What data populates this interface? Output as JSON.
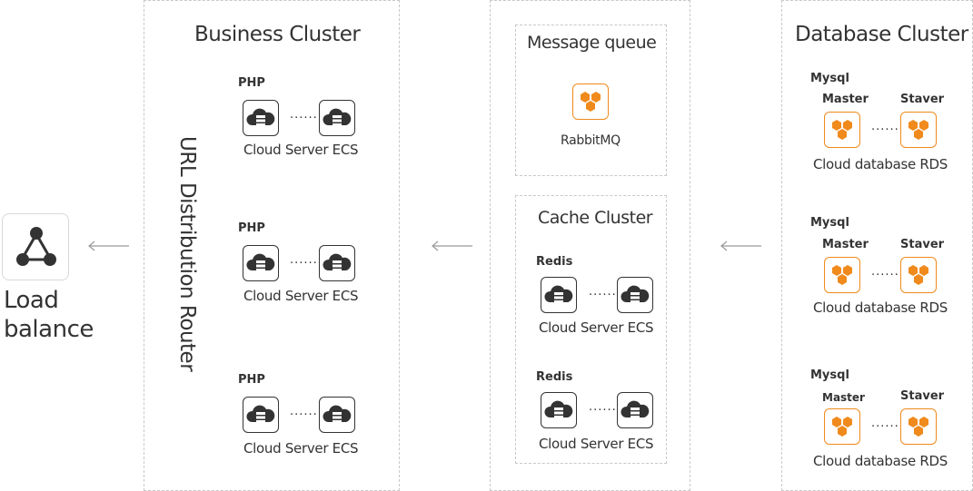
{
  "load_balance": {
    "line1": "Load",
    "line2": "balance",
    "icon": "load-balancer-icon"
  },
  "business": {
    "title": "Business Cluster",
    "router_label": "URL Distribution Router",
    "groups": [
      {
        "label": "PHP",
        "caption": "Cloud Server ECS",
        "dots": "......"
      },
      {
        "label": "PHP",
        "caption": "Cloud Server ECS",
        "dots": "......"
      },
      {
        "label": "PHP",
        "caption": "Cloud Server ECS",
        "dots": "......"
      }
    ]
  },
  "middle": {
    "mq": {
      "title": "Message queue",
      "caption": "RabbitMQ"
    },
    "cache": {
      "title": "Cache Cluster",
      "groups": [
        {
          "label": "Redis",
          "caption": "Cloud Server ECS",
          "dots": "......"
        },
        {
          "label": "Redis",
          "caption": "Cloud Server ECS",
          "dots": "......"
        }
      ]
    }
  },
  "database": {
    "title": "Database Cluster",
    "groups": [
      {
        "label": "Mysql",
        "master": "Master",
        "slave": "Staver",
        "caption": "Cloud database RDS",
        "dots": "......"
      },
      {
        "label": "Mysql",
        "master": "Master",
        "slave": "Staver",
        "caption": "Cloud database RDS",
        "dots": "......"
      },
      {
        "label": "Mysql",
        "master": "Master",
        "slave": "Staver",
        "caption": "Cloud database RDS",
        "dots": "......"
      }
    ]
  },
  "colors": {
    "accent": "#f08a1c",
    "dark": "#333333",
    "border": "#c8c8c8"
  }
}
